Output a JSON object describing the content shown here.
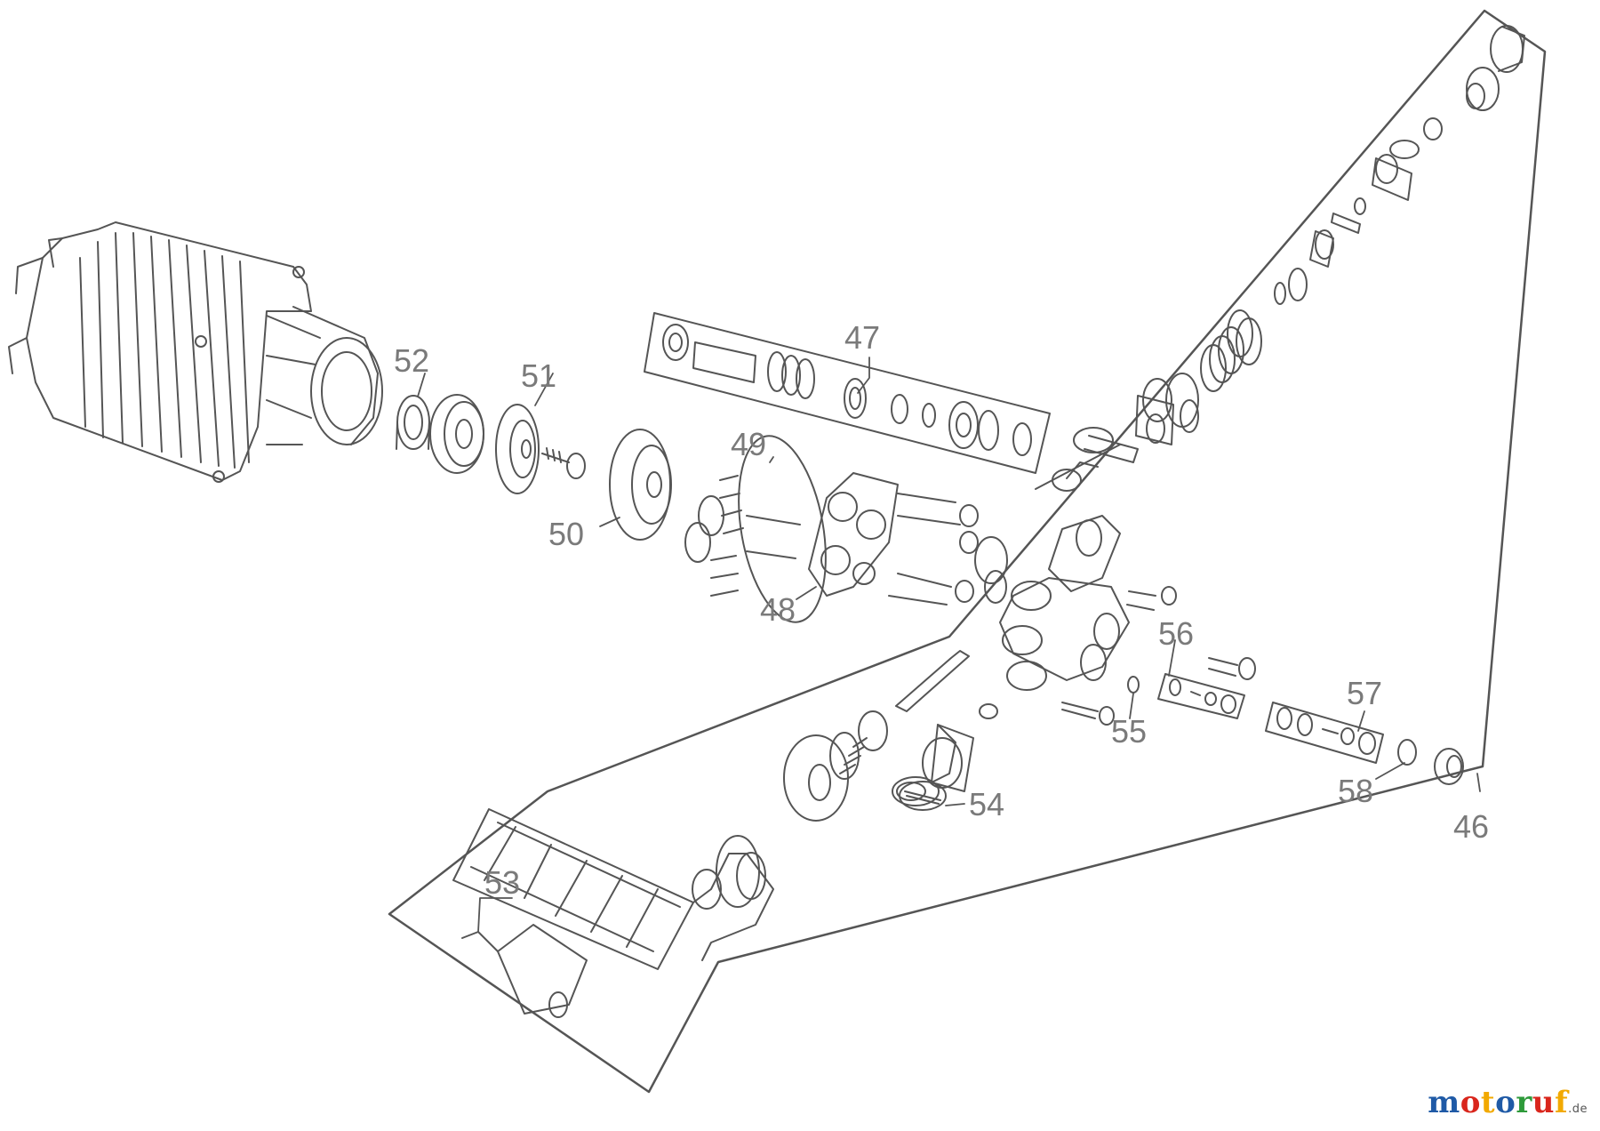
{
  "labels": {
    "l46": "46",
    "l47": "47",
    "l48": "48",
    "l49": "49",
    "l50": "50",
    "l51": "51",
    "l52": "52",
    "l53": "53",
    "l54": "54",
    "l55": "55",
    "l56": "56",
    "l57": "57",
    "l58": "58"
  },
  "watermark": {
    "letters": [
      "m",
      "o",
      "t",
      "o",
      "r",
      "u",
      "f"
    ],
    "tld": ".de",
    "colors": [
      "#1f5aa6",
      "#d9261c",
      "#f2a900",
      "#1f5aa6",
      "#2e9a3a",
      "#d9261c",
      "#f2a900"
    ]
  },
  "colors": {
    "line": "#5a5a5a",
    "label": "#7a7a7a"
  }
}
